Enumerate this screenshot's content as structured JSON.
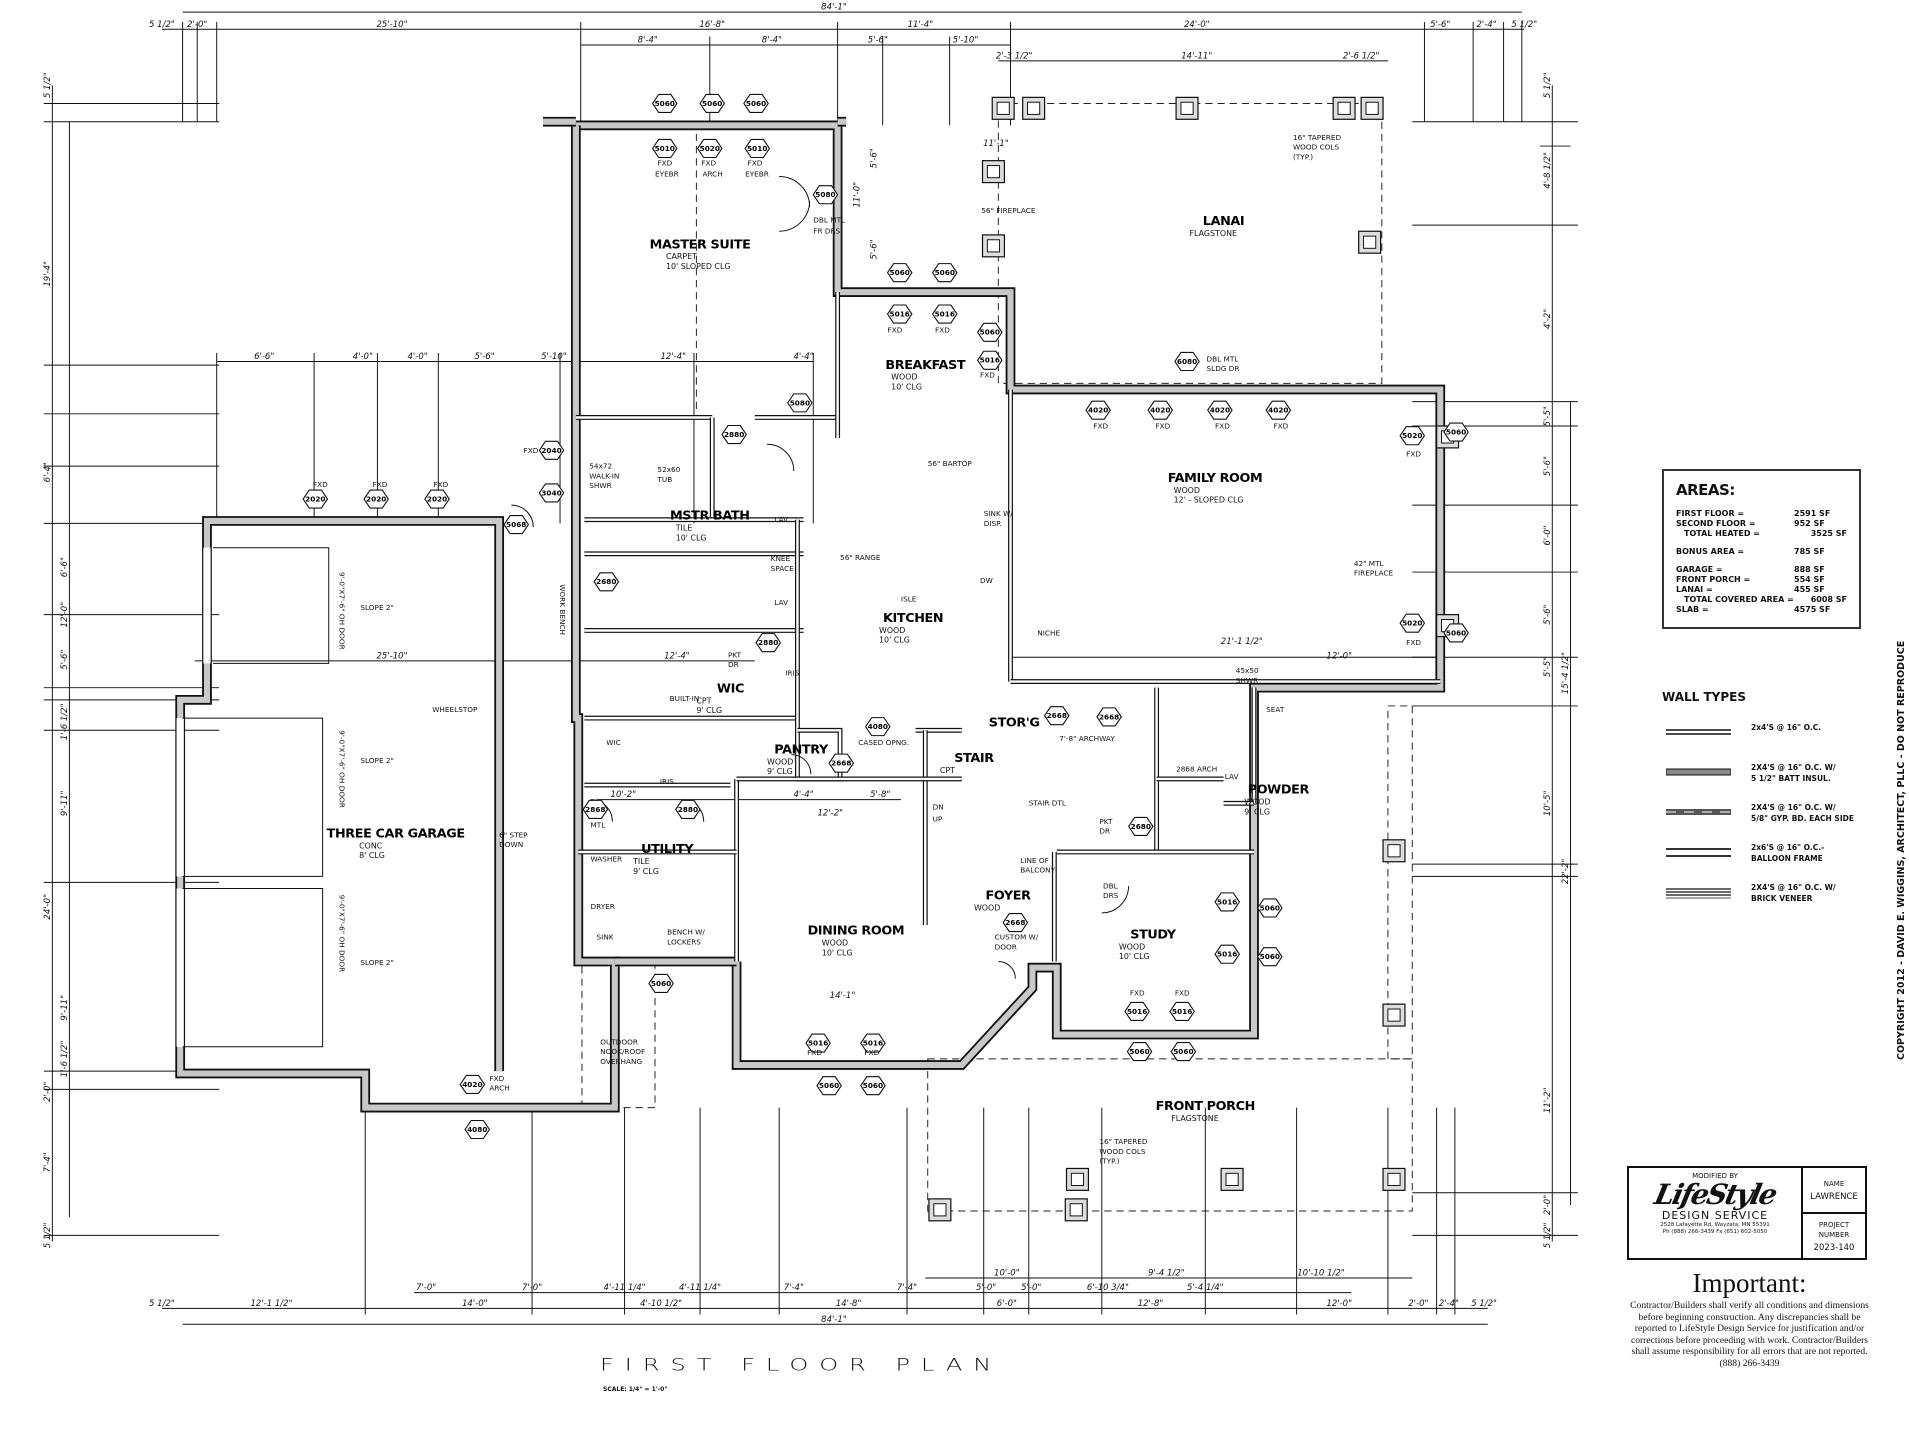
{
  "title": "FIRST FLOOR PLAN",
  "scale": "SCALE: 1/4\" = 1'-0\"",
  "copyright": "COPYRIGHT 2012 - DAVID E. WIGGINS, ARCHITECT, PLLC - DO NOT REPRODUCE",
  "rooms": [
    {
      "name": "MASTER SUITE",
      "lines": [
        "CARPET",
        "10' SLOPED CLG"
      ]
    },
    {
      "name": "BREAKFAST",
      "lines": [
        "WOOD",
        "10' CLG"
      ]
    },
    {
      "name": "LANAI",
      "lines": [
        "FLAGSTONE"
      ]
    },
    {
      "name": "FAMILY ROOM",
      "lines": [
        "WOOD",
        "12' - SLOPED CLG"
      ]
    },
    {
      "name": "MSTR BATH",
      "lines": [
        "TILE",
        "10' CLG"
      ]
    },
    {
      "name": "KITCHEN",
      "lines": [
        "WOOD",
        "10' CLG"
      ]
    },
    {
      "name": "WIC",
      "lines": [
        "CPT",
        "9' CLG"
      ]
    },
    {
      "name": "PANTRY",
      "lines": [
        "WOOD",
        "9' CLG"
      ]
    },
    {
      "name": "STOR'G",
      "lines": []
    },
    {
      "name": "STAIR",
      "lines": [
        "CPT"
      ]
    },
    {
      "name": "POWDER",
      "lines": [
        "WOOD",
        "9' CLG"
      ]
    },
    {
      "name": "THREE CAR GARAGE",
      "lines": [
        "CONC",
        "8' CLG"
      ]
    },
    {
      "name": "UTILITY",
      "lines": [
        "TILE",
        "9' CLG"
      ]
    },
    {
      "name": "FOYER",
      "lines": [
        "WOOD"
      ]
    },
    {
      "name": "DINING ROOM",
      "lines": [
        "WOOD",
        "10' CLG"
      ]
    },
    {
      "name": "STUDY",
      "lines": [
        "WOOD",
        "10' CLG"
      ]
    },
    {
      "name": "FRONT PORCH",
      "lines": [
        "FLAGSTONE"
      ]
    }
  ],
  "notes": [
    "FXD",
    "EYEBR",
    "FXD",
    "ARCH",
    "FXD",
    "EYEBR",
    "DBL MTL",
    "FR DRS",
    "56\" FIREPLACE",
    "16\" TAPERED",
    "WOOD COLS",
    "(TYP.)",
    "DBL MTL",
    "SLDG DR",
    "56\" BARTOP",
    "SINK W/",
    "DISP.",
    "56\" RANGE",
    "ISLE",
    "DW",
    "NICHE",
    "42\" MTL",
    "FIREPLACE",
    "54x72",
    "WALK-IN",
    "SHWR",
    "52x60",
    "TUB",
    "KNEE",
    "SPACE",
    "LAV",
    "LAV",
    "LAV",
    "BUILT-IN",
    "WORK BENCH",
    "WHEELSTOP",
    "SLOPE 2\"",
    "SLOPE 2\"",
    "SLOPE 2\"",
    "9'-0\"X7'-6\" OH DOOR",
    "9'-0\"X7'-6\" OH DOOR",
    "9'-0\"X7'-6\" OH DOOR",
    "6\" STEP",
    "DOWN",
    "WASHER",
    "DRYER",
    "SINK",
    "BENCH W/",
    "LOCKERS",
    "OUTDOOR",
    "NOOK/ROOF",
    "OVERHANG",
    "CUSTOM W/",
    "DOOR",
    "LINE OF",
    "BALCONY",
    "STAIR DTL",
    "7'-8\" ARCHWAY",
    "45x50",
    "SHWR",
    "SEAT",
    "2868 ARCH",
    "PKT",
    "DR",
    "PKT",
    "DR",
    "CASED OPNG.",
    "DBL",
    "DRS",
    "FXD",
    "ARCH",
    "16\" TAPERED",
    "WOOD COLS",
    "(TYP.)",
    "MTL",
    "IRIS",
    "IRIS",
    "FXD",
    "FXD",
    "FXD",
    "FXD",
    "FXD",
    "FXD",
    "FXD",
    "FXD",
    "FXD",
    "FXD",
    "FXD",
    "FXD",
    "FXD",
    "FXD",
    "FXD",
    "FXD",
    "FXD",
    "WIC",
    "UP",
    "DN"
  ],
  "tags": [
    "5060",
    "5060",
    "5060",
    "5010",
    "5020",
    "5010",
    "5080",
    "5060",
    "5060",
    "5016",
    "5016",
    "5060",
    "5016",
    "5080",
    "6080",
    "4020",
    "4020",
    "4020",
    "4020",
    "5020",
    "5060",
    "5020",
    "5060",
    "2020",
    "2020",
    "2020",
    "2040",
    "3040",
    "5068",
    "2880",
    "2680",
    "2880",
    "2668",
    "4080",
    "2668",
    "2668",
    "2680",
    "2868",
    "2880",
    "5060",
    "4020",
    "4080",
    "5016",
    "5016",
    "5060",
    "5060",
    "2668",
    "5016",
    "5016",
    "5060",
    "5060",
    "5016",
    "5016",
    "5060",
    "5060"
  ],
  "dims": [
    "84'-1\"",
    "5 1/2\"",
    "2'-0\"",
    "25'-10\"",
    "16'-8\"",
    "11'-4\"",
    "24'-0\"",
    "5'-6\"",
    "2'-4\"",
    "5 1/2\"",
    "8'-4\"",
    "8'-4\"",
    "5'-6\"",
    "5'-10\"",
    "2'-3 1/2\"",
    "14'-11\"",
    "2'-6 1/2\"",
    "5 1/2\"",
    "19'-4\"",
    "6'-4\"",
    "6'-6\"",
    "12'-0\"",
    "5'-6\"",
    "1'-6 1/2\"",
    "9'-11\"",
    "24'-0\"",
    "9'-11\"",
    "1'-6 1/2\"",
    "2'-0\"",
    "7'-4\"",
    "5 1/2\"",
    "5 1/2\"",
    "4'-8 1/2\"",
    "4'-2\"",
    "5'-5\"",
    "5'-6\"",
    "6'-0\"",
    "5'-6\"",
    "5'-5\"",
    "15'-4 1/2\"",
    "10'-5\"",
    "22'-2\"",
    "11'-2\"",
    "2'-0\"",
    "5 1/2\"",
    "6'-6\"",
    "4'-0\"",
    "4'-0\"",
    "5'-6\"",
    "5'-10\"",
    "12'-4\"",
    "4'-4\"",
    "25'-10\"",
    "12'-4\"",
    "21'-1 1/2\"",
    "12'-0\"",
    "10'-2\"",
    "4'-4\"",
    "12'-2\"",
    "5'-8\"",
    "14'-1\"",
    "10'-0\"",
    "9'-4 1/2\"",
    "10'-10 1/2\"",
    "7'-0\"",
    "7'-0\"",
    "4'-11 1/4\"",
    "4'-11 1/4\"",
    "7'-4\"",
    "7'-4\"",
    "5'-0\"",
    "5'-0\"",
    "6'-10 3/4\"",
    "5'-4 1/4\"",
    "5 1/2\"",
    "12'-1 1/2\"",
    "14'-0\"",
    "4'-10 1/2\"",
    "14'-8\"",
    "6'-0\"",
    "12'-8\"",
    "12'-0\"",
    "2'-0\"",
    "2'-4\"",
    "5 1/2\"",
    "84'-1\"",
    "11'-0\"",
    "5'-6\"",
    "5'-6\"",
    "11'-1\""
  ],
  "areas": {
    "title": "AREAS:",
    "rows": [
      {
        "label": "FIRST FLOOR =",
        "value": "2591 SF"
      },
      {
        "label": "SECOND FLOOR =",
        "value": "952 SF"
      },
      {
        "label": "TOTAL HEATED =",
        "value": "3525 SF"
      },
      {
        "label": "BONUS AREA =",
        "value": "785 SF"
      },
      {
        "label": "GARAGE =",
        "value": "888 SF"
      },
      {
        "label": "FRONT PORCH =",
        "value": "554 SF"
      },
      {
        "label": "LANAI =",
        "value": "455 SF"
      },
      {
        "label": "TOTAL COVERED AREA =",
        "value": "6008 SF"
      },
      {
        "label": "SLAB =",
        "value": "4575 SF"
      }
    ]
  },
  "wall_types": {
    "title": "WALL TYPES",
    "items": [
      {
        "lines": [
          "2x4'S @ 16\" O.C."
        ]
      },
      {
        "lines": [
          "2X4'S @ 16\" O.C. W/",
          "5 1/2\" BATT INSUL."
        ]
      },
      {
        "lines": [
          "2X4'S @ 16\" O.C. W/",
          "5/8\" GYP. BD. EACH SIDE"
        ]
      },
      {
        "lines": [
          "2x6'S @ 16\" O.C.-",
          "BALLOON FRAME"
        ]
      },
      {
        "lines": [
          "2X4'S @ 16\" O.C. W/",
          "BRICK VENEER"
        ]
      }
    ]
  },
  "title_block": {
    "modified_by": "MODIFIED BY",
    "logo": "LifeStyle",
    "company": "DESIGN SERVICE",
    "address": "2528 Lafayette Rd, Wayzata, MN 55391",
    "phone": "Ph (888) 266-3439  Fx (651) 602-5050",
    "name_label": "NAME",
    "name_value": "LAWRENCE",
    "project_label_1": "PROJECT",
    "project_label_2": "NUMBER",
    "project_value": "2023-140"
  },
  "important": {
    "heading": "Important:",
    "body": "Contractor/Builders shall verify all conditions and dimensions before beginning construction. Any discrepancies shall be reported to LifeStyle Design Service for justification and/or corrections before proceeding with work. Contractor/Builders shall assume responsibility for all errors that are not reported. (888) 266-3439"
  }
}
